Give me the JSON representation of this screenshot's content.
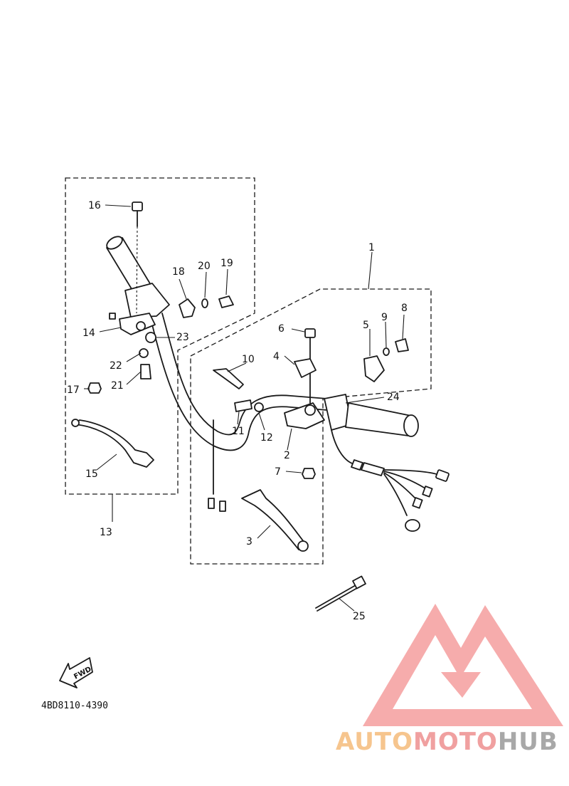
{
  "diagram": {
    "part_labels": [
      "1",
      "2",
      "3",
      "4",
      "5",
      "6",
      "7",
      "8",
      "9",
      "10",
      "11",
      "12",
      "13",
      "14",
      "15",
      "16",
      "17",
      "18",
      "19",
      "20",
      "21",
      "22",
      "23",
      "24",
      "25"
    ],
    "fwd_label": "FWD",
    "drawing_code": "4BD8110-4390"
  },
  "watermark": {
    "brand_part1": "AUTO",
    "brand_part2": "MOTO",
    "brand_part3": "HUB",
    "colors": {
      "logo": "#f5a3a3",
      "auto": "#f6c58e",
      "moto": "#f0a0a0",
      "hub": "#a8a8a8"
    }
  }
}
